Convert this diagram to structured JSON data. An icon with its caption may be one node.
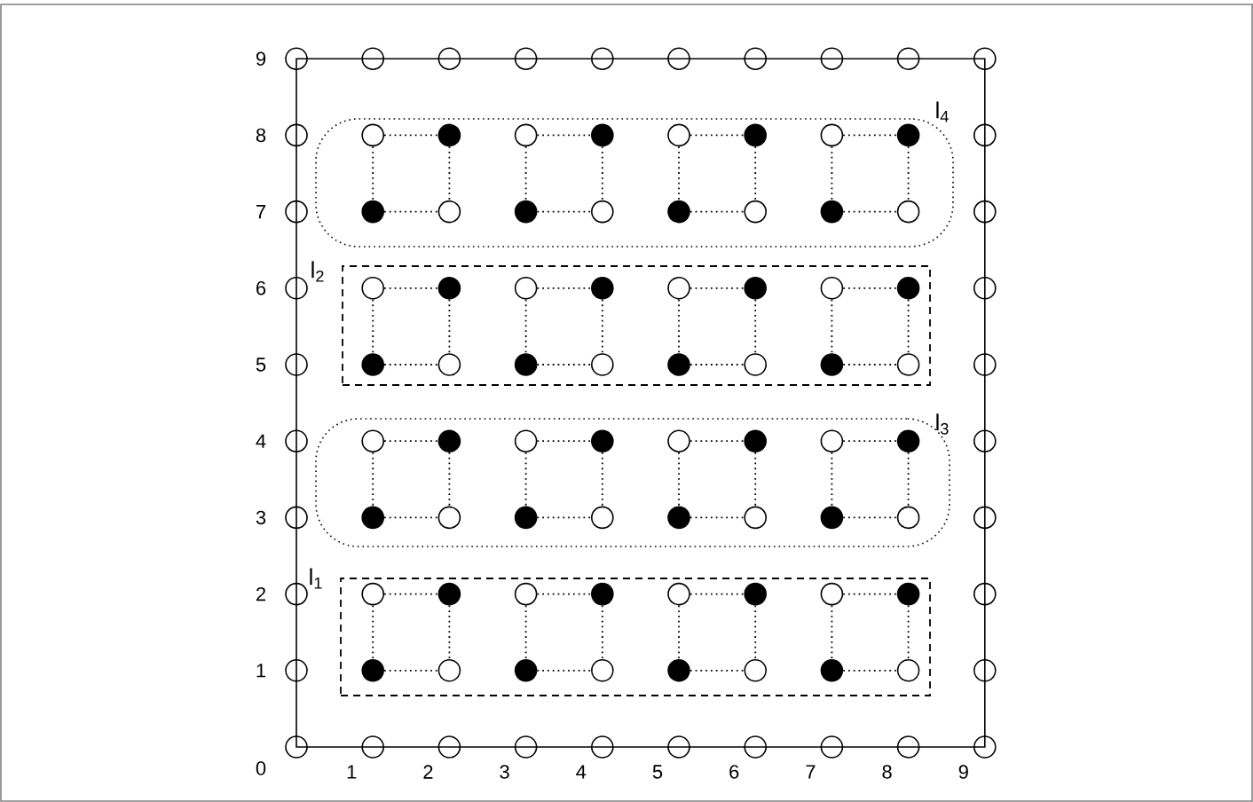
{
  "diagram": {
    "nodes": [
      {
        "text": [
          "l$_{4}$"
        ]
      },
      {
        "text": [
          "l$_{2}$"
        ]
      },
      {
        "text": [
          "l$_{3}$"
        ]
      },
      {
        "text": [
          "l$_{1}$"
        ]
      },
      {
        "text": [],
        "shape": "circle"
      },
      {
        "text": [],
        "shape": "circle"
      },
      {
        "text": [],
        "shape": "circle"
      },
      {
        "text": [],
        "shape": "circle"
      },
      {
        "text": [],
        "shape": "circle"
      },
      {
        "text": [],
        "shape": "circle"
      },
      {
        "text": [],
        "shape": "circle"
      },
      {
        "text": [],
        "shape": "circle"
      },
      {
        "text": [],
        "shape": "circle"
      },
      {
        "text": [],
        "shape": "circle"
      },
      {
        "text": [],
        "shape": "circle"
      },
      {
        "text": [],
        "shape": "circle"
      },
      {
        "text": [],
        "shape": "circle"
      },
      {
        "text": [],
        "shape": "circle"
      },
      {
        "text": [],
        "shape": "circle"
      },
      {
        "text": [],
        "shape": "circle"
      },
      {
        "text": [],
        "shape": "circle"
      },
      {
        "text": [],
        "shape": "circle"
      },
      {
        "text": [],
        "shape": "circle"
      },
      {
        "text": [],
        "shape": "circle"
      },
      {
        "text": [],
        "shape": "circle"
      },
      {
        "text": [],
        "shape": "circle"
      },
      {
        "text": [],
        "shape": "circle"
      },
      {
        "text": [],
        "shape": "circle"
      },
      {
        "text": [],
        "shape": "circle"
      },
      {
        "text": [],
        "shape": "circle"
      },
      {
        "text": [],
        "shape": "circle"
      },
      {
        "text": [],
        "shape": "circle"
      },
      {
        "text": [],
        "shape": "circle"
      },
      {
        "text": [],
        "shape": "circle"
      },
      {
        "text": [],
        "shape": "circle"
      },
      {
        "text": [],
        "shape": "circle"
      },
      {
        "text": [],
        "shape": "circle"
      },
      {
        "text": [],
        "shape": "circle"
      },
      {
        "text": [],
        "shape": "circle"
      },
      {
        "text": [],
        "shape": "circle"
      },
      {
        "text": [],
        "shape": "circle",
        "in": 0
      },
      {
        "text": [],
        "shape": "dot",
        "in": 0
      },
      {
        "text": [],
        "shape": "circle",
        "in": 0
      },
      {
        "text": [],
        "shape": "dot",
        "in": 0
      },
      {
        "text": [],
        "shape": "circle",
        "in": 0
      },
      {
        "text": [],
        "shape": "dot",
        "in": 0
      },
      {
        "text": [],
        "shape": "circle",
        "in": 0
      },
      {
        "text": [],
        "shape": "dot",
        "in": 0
      },
      {
        "text": [],
        "shape": "dot",
        "in": 0
      },
      {
        "text": [],
        "shape": "circle",
        "in": 0
      },
      {
        "text": [],
        "shape": "dot",
        "in": 0
      },
      {
        "text": [],
        "shape": "circle",
        "in": 0
      },
      {
        "text": [],
        "shape": "dot",
        "in": 0
      },
      {
        "text": [],
        "shape": "circle",
        "in": 0
      },
      {
        "text": [],
        "shape": "dot",
        "in": 0
      },
      {
        "text": [],
        "shape": "circle",
        "in": 0
      },
      {
        "text": [],
        "shape": "circle",
        "in": 1
      },
      {
        "text": [],
        "shape": "dot",
        "in": 1
      },
      {
        "text": [],
        "shape": "circle",
        "in": 1
      },
      {
        "text": [],
        "shape": "dot",
        "in": 1
      },
      {
        "text": [],
        "shape": "circle",
        "in": 1
      },
      {
        "text": [],
        "shape": "dot",
        "in": 1
      },
      {
        "text": [],
        "shape": "circle",
        "in": 1
      },
      {
        "text": [],
        "shape": "dot",
        "in": 1
      },
      {
        "text": [],
        "shape": "dot",
        "in": 1
      },
      {
        "text": [],
        "shape": "circle",
        "in": 1
      },
      {
        "text": [],
        "shape": "dot",
        "in": 1
      },
      {
        "text": [],
        "shape": "circle",
        "in": 1
      },
      {
        "text": [],
        "shape": "dot",
        "in": 1
      },
      {
        "text": [],
        "shape": "circle",
        "in": 1
      },
      {
        "text": [],
        "shape": "dot",
        "in": 1
      },
      {
        "text": [],
        "shape": "circle",
        "in": 1
      },
      {
        "text": [],
        "shape": "circle",
        "in": 2
      },
      {
        "text": [],
        "shape": "dot",
        "in": 2
      },
      {
        "text": [],
        "shape": "circle",
        "in": 2
      },
      {
        "text": [],
        "shape": "dot",
        "in": 2
      },
      {
        "text": [],
        "shape": "circle",
        "in": 2
      },
      {
        "text": [],
        "shape": "dot",
        "in": 2
      },
      {
        "text": [],
        "shape": "circle",
        "in": 2
      },
      {
        "text": [],
        "shape": "dot",
        "in": 2
      },
      {
        "text": [],
        "shape": "dot",
        "in": 2
      },
      {
        "text": [],
        "shape": "circle",
        "in": 2
      },
      {
        "text": [],
        "shape": "dot",
        "in": 2
      },
      {
        "text": [],
        "shape": "circle",
        "in": 2
      },
      {
        "text": [],
        "shape": "dot",
        "in": 2
      },
      {
        "text": [],
        "shape": "circle",
        "in": 2
      },
      {
        "text": [],
        "shape": "dot",
        "in": 2
      },
      {
        "text": [],
        "shape": "circle",
        "in": 2
      },
      {
        "text": [],
        "shape": "circle",
        "in": 3
      },
      {
        "text": [],
        "shape": "dot",
        "in": 3
      },
      {
        "text": [],
        "shape": "circle",
        "in": 3
      },
      {
        "text": [],
        "shape": "dot",
        "in": 3
      },
      {
        "text": [],
        "shape": "circle",
        "in": 3
      },
      {
        "text": [],
        "shape": "dot",
        "in": 3
      },
      {
        "text": [],
        "shape": "circle",
        "in": 3
      },
      {
        "text": [],
        "shape": "dot",
        "in": 3
      },
      {
        "text": [],
        "shape": "dot",
        "in": 3
      },
      {
        "text": [],
        "shape": "circle",
        "in": 3
      },
      {
        "text": [],
        "shape": "dot",
        "in": 3
      },
      {
        "text": [],
        "shape": "circle",
        "in": 3
      },
      {
        "text": [],
        "shape": "dot",
        "in": 3
      },
      {
        "text": [],
        "shape": "circle",
        "in": 3
      },
      {
        "text": [],
        "shape": "dot",
        "in": 3
      },
      {
        "text": [],
        "shape": "circle",
        "in": 3
      }
    ],
    "edges": [
      {
        "from": 40,
        "to": 41,
        "arrow": "none"
      },
      {
        "from": 40,
        "to": 48,
        "arrow": "none"
      },
      {
        "from": 41,
        "to": 49,
        "arrow": "none"
      },
      {
        "from": 48,
        "to": 49,
        "arrow": "none"
      },
      {
        "from": 42,
        "to": 43,
        "arrow": "none"
      },
      {
        "from": 42,
        "to": 50,
        "arrow": "none"
      },
      {
        "from": 43,
        "to": 51,
        "arrow": "none"
      },
      {
        "from": 50,
        "to": 51,
        "arrow": "none"
      },
      {
        "from": 44,
        "to": 45,
        "arrow": "none"
      },
      {
        "from": 44,
        "to": 52,
        "arrow": "none"
      },
      {
        "from": 45,
        "to": 53,
        "arrow": "none"
      },
      {
        "from": 52,
        "to": 53,
        "arrow": "none"
      },
      {
        "from": 46,
        "to": 47,
        "arrow": "none"
      },
      {
        "from": 46,
        "to": 54,
        "arrow": "none"
      },
      {
        "from": 47,
        "to": 55,
        "arrow": "none"
      },
      {
        "from": 54,
        "to": 55,
        "arrow": "none"
      },
      {
        "from": 56,
        "to": 57,
        "arrow": "none"
      },
      {
        "from": 56,
        "to": 64,
        "arrow": "none"
      },
      {
        "from": 57,
        "to": 65,
        "arrow": "none"
      },
      {
        "from": 64,
        "to": 65,
        "arrow": "none"
      },
      {
        "from": 58,
        "to": 59,
        "arrow": "none"
      },
      {
        "from": 58,
        "to": 66,
        "arrow": "none"
      },
      {
        "from": 59,
        "to": 67,
        "arrow": "none"
      },
      {
        "from": 66,
        "to": 67,
        "arrow": "none"
      },
      {
        "from": 60,
        "to": 61,
        "arrow": "none"
      },
      {
        "from": 60,
        "to": 68,
        "arrow": "none"
      },
      {
        "from": 61,
        "to": 69,
        "arrow": "none"
      },
      {
        "from": 68,
        "to": 69,
        "arrow": "none"
      },
      {
        "from": 62,
        "to": 63,
        "arrow": "none"
      },
      {
        "from": 62,
        "to": 70,
        "arrow": "none"
      },
      {
        "from": 63,
        "to": 71,
        "arrow": "none"
      },
      {
        "from": 70,
        "to": 71,
        "arrow": "none"
      },
      {
        "from": 72,
        "to": 73,
        "arrow": "none"
      },
      {
        "from": 72,
        "to": 80,
        "arrow": "none"
      },
      {
        "from": 73,
        "to": 81,
        "arrow": "none"
      },
      {
        "from": 80,
        "to": 81,
        "arrow": "none"
      },
      {
        "from": 74,
        "to": 75,
        "arrow": "none"
      },
      {
        "from": 74,
        "to": 82,
        "arrow": "none"
      },
      {
        "from": 75,
        "to": 83,
        "arrow": "none"
      },
      {
        "from": 82,
        "to": 83,
        "arrow": "none"
      },
      {
        "from": 76,
        "to": 77,
        "arrow": "none"
      },
      {
        "from": 76,
        "to": 84,
        "arrow": "none"
      },
      {
        "from": 77,
        "to": 85,
        "arrow": "none"
      },
      {
        "from": 84,
        "to": 85,
        "arrow": "none"
      },
      {
        "from": 78,
        "to": 79,
        "arrow": "none"
      },
      {
        "from": 78,
        "to": 86,
        "arrow": "none"
      },
      {
        "from": 79,
        "to": 87,
        "arrow": "none"
      },
      {
        "from": 86,
        "to": 87,
        "arrow": "none"
      },
      {
        "from": 88,
        "to": 89,
        "arrow": "none"
      },
      {
        "from": 88,
        "to": 96,
        "arrow": "none"
      },
      {
        "from": 89,
        "to": 97,
        "arrow": "none"
      },
      {
        "from": 96,
        "to": 97,
        "arrow": "none"
      },
      {
        "from": 90,
        "to": 91,
        "arrow": "none"
      },
      {
        "from": 90,
        "to": 98,
        "arrow": "none"
      },
      {
        "from": 91,
        "to": 99,
        "arrow": "none"
      },
      {
        "from": 98,
        "to": 99,
        "arrow": "none"
      },
      {
        "from": 92,
        "to": 93,
        "arrow": "none"
      },
      {
        "from": 92,
        "to": 100,
        "arrow": "none"
      },
      {
        "from": 93,
        "to": 101,
        "arrow": "none"
      },
      {
        "from": 100,
        "to": 101,
        "arrow": "none"
      },
      {
        "from": 94,
        "to": 95,
        "arrow": "none"
      },
      {
        "from": 94,
        "to": 102,
        "arrow": "none"
      },
      {
        "from": 95,
        "to": 103,
        "arrow": "none"
      },
      {
        "from": 102,
        "to": 103,
        "arrow": "none"
      }
    ],
    "labels": [
      "9",
      "8",
      "7",
      "6",
      "5",
      "4",
      "3",
      "2",
      "1",
      "0",
      "1",
      "2",
      "3",
      "4",
      "5",
      "6",
      "7",
      "8",
      "9"
    ]
  }
}
